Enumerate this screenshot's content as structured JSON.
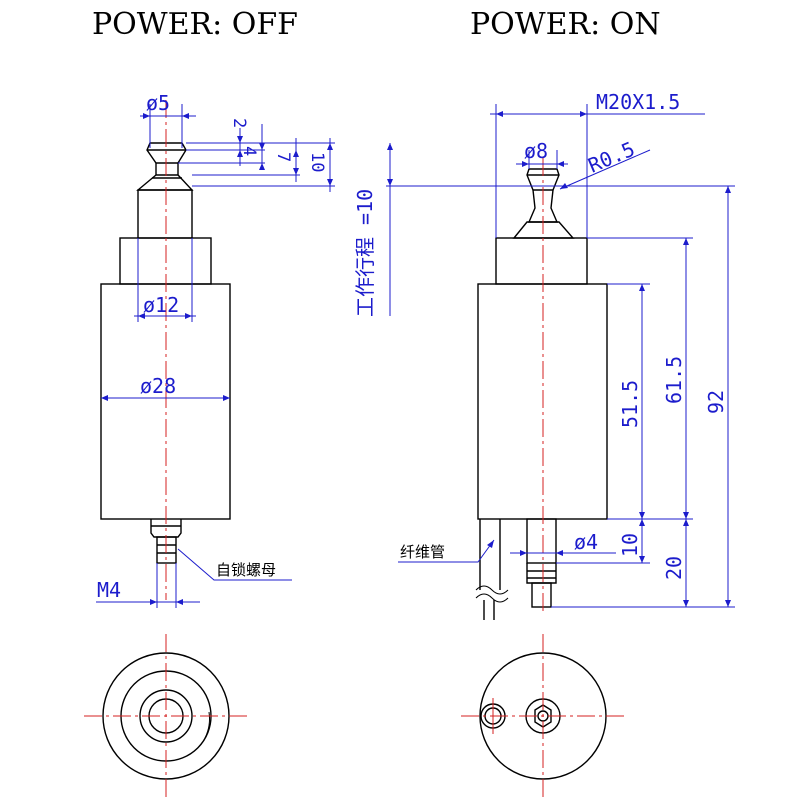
{
  "titles": {
    "off": "POWER: OFF",
    "on": "POWER: ON"
  },
  "dimensions": {
    "off": {
      "rod_dia": "ø5",
      "d2": "2",
      "d4": "4",
      "d7": "7",
      "d10": "10",
      "mid_dia": "ø12",
      "body_dia": "ø28",
      "thread": "M4"
    },
    "on": {
      "stroke_label": "工作行程 =10",
      "thread_top": "M20X1.5",
      "tip_dia": "ø8",
      "radius": "R0.5",
      "d51_5": "51.5",
      "d61_5": "61.5",
      "d92": "92",
      "d10": "10",
      "d20": "20",
      "stud_dia": "ø4"
    }
  },
  "notes": {
    "lock_nut": "自锁螺母",
    "fiber_tube": "纤维管"
  },
  "colors": {
    "outline": "#000000",
    "dimension": "#1c1ccc",
    "centerline": "#d42020"
  }
}
